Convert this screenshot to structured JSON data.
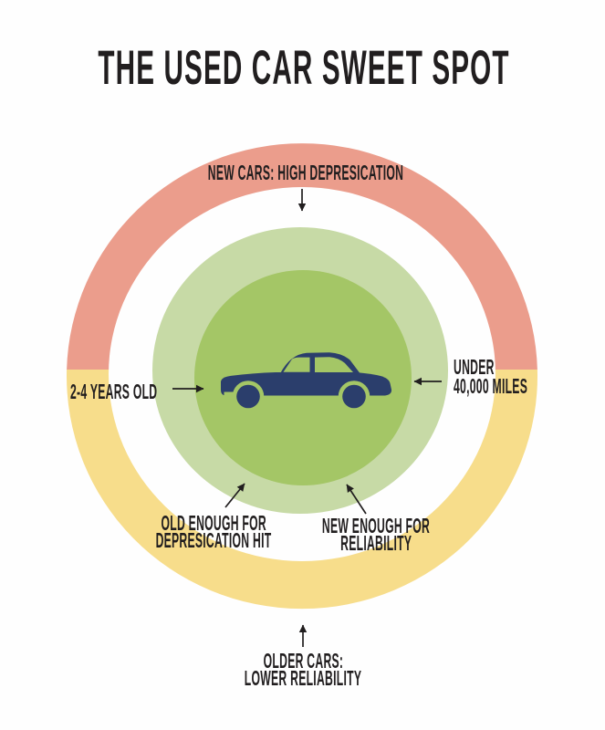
{
  "title": "THE USED CAR SWEET SPOT",
  "colors": {
    "bg": "#FEFEFE",
    "text": "#211E1F",
    "ring-top": "#EB9D8C",
    "ring-bottom": "#F7DD8B",
    "green-outer": "#C7DAA6",
    "green-inner": "#A4C666",
    "car": "#2B3E6C"
  },
  "labels": {
    "top": "NEW CARS: HIGH DEPRESICATION",
    "left": "2-4 YEARS OLD",
    "right": {
      "line1": "UNDER",
      "line2": "40,000 MILES"
    },
    "bottom_left": {
      "line1": "OLD ENOUGH FOR",
      "line2": "DEPRESICATION HIT"
    },
    "bottom_right": {
      "line1": "NEW ENOUGH FOR",
      "line2": "RELIABILITY"
    },
    "bottom": {
      "line1": "OLDER CARS:",
      "line2": "LOWER RELIABILITY"
    }
  },
  "icons": {
    "car": "car-icon",
    "top_arrow": "arrow-down-icon",
    "left_arrow": "arrow-right-icon",
    "right_arrow": "arrow-left-icon",
    "bottom_left_arrow": "arrow-up-right-icon",
    "bottom_right_arrow": "arrow-up-left-icon",
    "bottom_arrow": "arrow-up-icon"
  }
}
